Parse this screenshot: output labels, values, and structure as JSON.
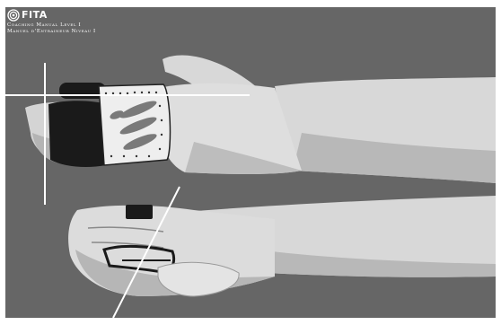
{
  "brand": {
    "logo_icon": "archery-target-icon",
    "name": "FITA",
    "caption_en": "Coaching Manual Level I",
    "caption_fr": "Manuel d'Entraineur Niveau I"
  },
  "colors": {
    "background": "#666666",
    "skin_light": "#d8d8d8",
    "skin_shadow": "#b0b0b0",
    "tab_dark": "#1a1a1a",
    "guide_lines": "#ffffff"
  }
}
